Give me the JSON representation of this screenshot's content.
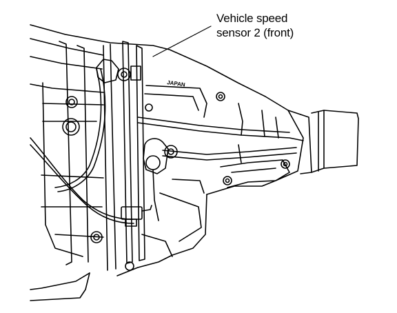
{
  "callout": {
    "line1": "Vehicle speed",
    "line2": "sensor 2 (front)"
  },
  "casting_text": "JAPAN",
  "colors": {
    "ink": "#000000",
    "paper": "#ffffff"
  }
}
